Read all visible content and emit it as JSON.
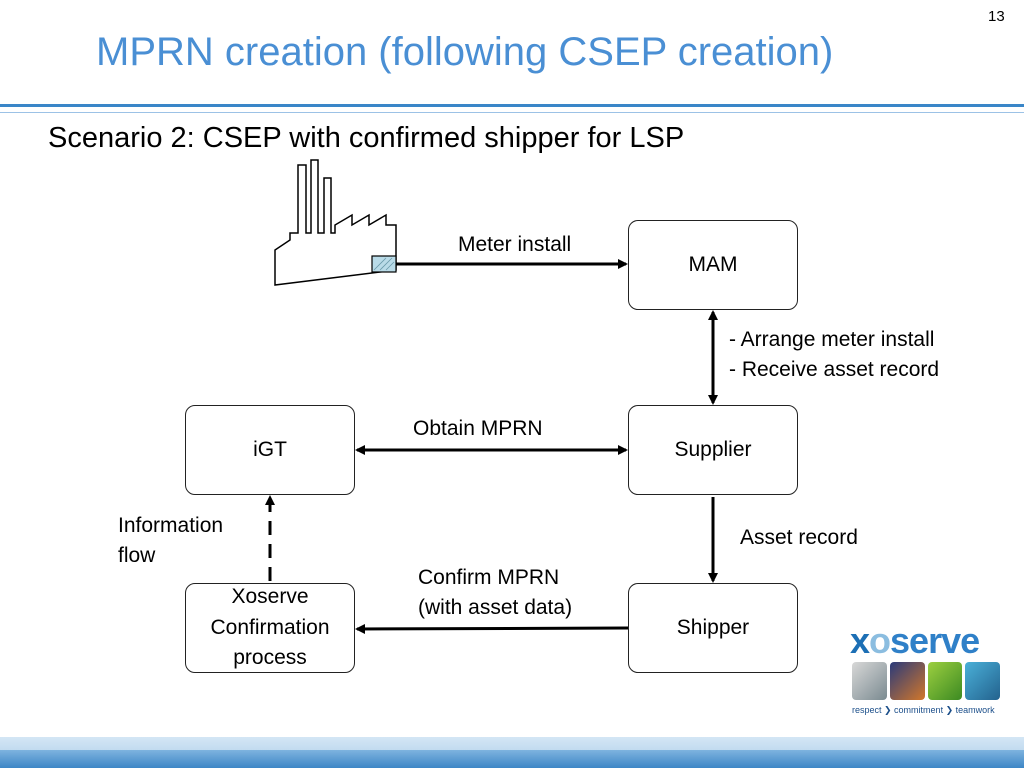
{
  "slide": {
    "page_number": "13",
    "title": "MPRN creation (following CSEP creation)",
    "subtitle": "Scenario 2: CSEP with confirmed shipper for LSP"
  },
  "nodes": {
    "mam": "MAM",
    "supplier": "Supplier",
    "shipper": "Shipper",
    "igt": "iGT",
    "xoserve": [
      "Xoserve",
      "Confirmation",
      "process"
    ]
  },
  "labels": {
    "meter_install": "Meter install",
    "arrange": [
      "- Arrange meter install",
      "- Receive asset record"
    ],
    "obtain_mprn": "Obtain MPRN",
    "asset_record": "Asset record",
    "confirm_mprn": [
      "Confirm MPRN",
      "(with asset data)"
    ],
    "information_flow": [
      "Information",
      "flow"
    ]
  },
  "logo": {
    "wordmark_x": "x",
    "wordmark_o": "o",
    "wordmark_serve": "serve",
    "tagline": "respect ❯ commitment ❯ teamwork"
  },
  "colors": {
    "title": "#4a8fd4",
    "accent_blue": "#3a86c8"
  }
}
